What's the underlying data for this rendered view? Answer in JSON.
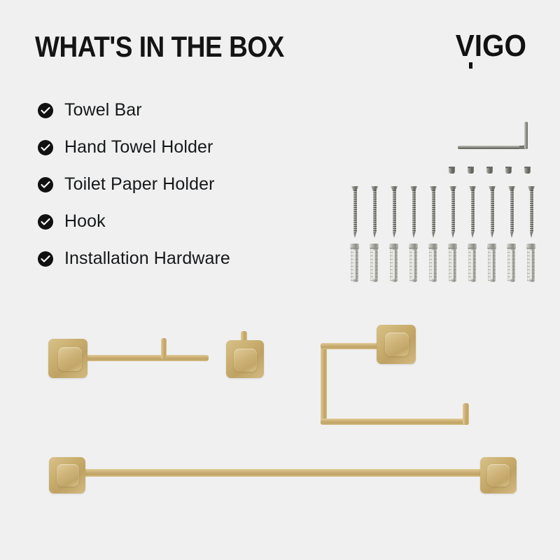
{
  "page": {
    "background_color": "#f0f0f0",
    "title": "WHAT'S IN THE BOX"
  },
  "brand": {
    "name": "VIGO",
    "logo_color": "#111111"
  },
  "features": {
    "check_icon": "check-circle-icon",
    "items": [
      {
        "label": "Towel Bar"
      },
      {
        "label": "Hand Towel Holder"
      },
      {
        "label": "Toilet Paper Holder"
      },
      {
        "label": "Hook"
      },
      {
        "label": "Installation Hardware"
      }
    ]
  },
  "hardware": {
    "hex_key": {
      "name": "Allen Hex Key",
      "count": 1,
      "color": "#8d8d86"
    },
    "set_screws": {
      "name": "Set Screws",
      "count": 5,
      "color": "#7d7d77"
    },
    "screws": {
      "name": "Mounting Screws",
      "count": 10,
      "color": "#87877f"
    },
    "wall_anchors": {
      "name": "Wall Anchors",
      "count": 10,
      "color": "#b4b4ae"
    }
  },
  "fixtures": {
    "finish_color": "#c9ae6e",
    "items": [
      {
        "name": "Hand Towel Holder"
      },
      {
        "name": "Hook"
      },
      {
        "name": "Toilet Paper Holder"
      },
      {
        "name": "Towel Bar"
      }
    ]
  }
}
